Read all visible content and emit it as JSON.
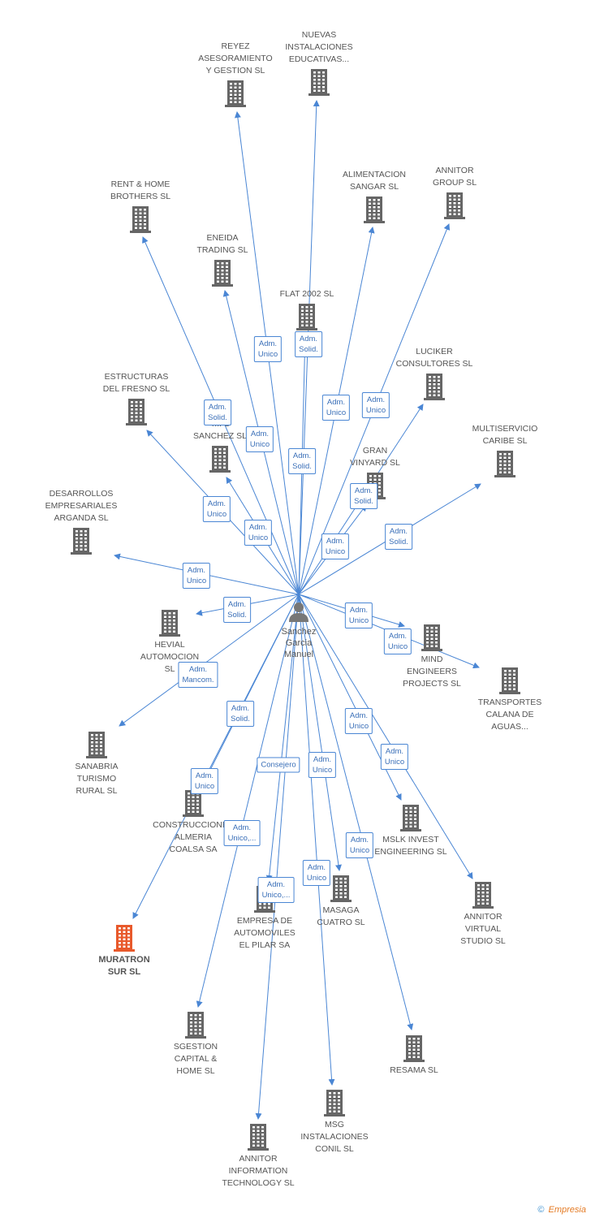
{
  "center": {
    "name": "Sanchez\nGarcia\nManuel",
    "icon": "person-icon"
  },
  "colors": {
    "edge": "#4a86d4",
    "node": "#666666",
    "highlight": "#e8592b",
    "label_border": "#4a86d4"
  },
  "companies": [
    {
      "id": "reyez",
      "label": "REYEZ\nASESORAMIENTO\nY GESTION SL"
    },
    {
      "id": "nuevas",
      "label": "NUEVAS\nINSTALACIONES\nEDUCATIVAS..."
    },
    {
      "id": "renthome",
      "label": "RENT & HOME\nBROTHERS SL"
    },
    {
      "id": "alimentacion",
      "label": "ALIMENTACION\nSANGAR SL"
    },
    {
      "id": "annitorgroup",
      "label": "ANNITOR\nGROUP SL"
    },
    {
      "id": "eneida",
      "label": "ENEIDA\nTRADING SL"
    },
    {
      "id": "flat",
      "label": "FLAT 2002 SL"
    },
    {
      "id": "luciker",
      "label": "LUCIKER\nCONSULTORES SL"
    },
    {
      "id": "estructuras",
      "label": "ESTRUCTURAS\nDEL FRESNO SL"
    },
    {
      "id": "tsanchez",
      "label": "T... S\nSANCHEZ SL"
    },
    {
      "id": "multiservicio",
      "label": "MULTISERVICIO\nCARIBE SL"
    },
    {
      "id": "gran",
      "label": "GRAN\nVINYARD SL"
    },
    {
      "id": "desarrollos",
      "label": "DESARROLLOS\nEMPRESARIALES\nARGANDA SL"
    },
    {
      "id": "hevial",
      "label": "HEVIAL\nAUTOMOCION\nSL"
    },
    {
      "id": "mind",
      "label": "MIND\nENGINEERS\nPROJECTS SL"
    },
    {
      "id": "transportes",
      "label": "TRANSPORTES\nCALANA DE\nAGUAS..."
    },
    {
      "id": "sanabria",
      "label": "SANABRIA\nTURISMO\nRURAL SL"
    },
    {
      "id": "construcciones",
      "label": "CONSTRUCCIONES\nALMERIA\nCOALSA SA"
    },
    {
      "id": "mslk",
      "label": "MSLK INVEST\nENGINEERING SL"
    },
    {
      "id": "annitorvirtual",
      "label": "ANNITOR\nVIRTUAL\nSTUDIO SL"
    },
    {
      "id": "muratron",
      "label": "MURATRON\nSUR SL"
    },
    {
      "id": "empresa",
      "label": "EMPRESA DE\nAUTOMOVILES\nEL PILAR SA"
    },
    {
      "id": "masaga",
      "label": "MASAGA\nCUATRO SL"
    },
    {
      "id": "sgestion",
      "label": "SGESTION\nCAPITAL &\nHOME SL"
    },
    {
      "id": "resama",
      "label": "RESAMA SL"
    },
    {
      "id": "msg",
      "label": "MSG\nINSTALACIONES\nCONIL SL"
    },
    {
      "id": "annitorinfo",
      "label": "ANNITOR\nINFORMATION\nTECHNOLOGY SL"
    }
  ],
  "edges": [
    {
      "to": "reyez",
      "role": "Adm.\nUnico"
    },
    {
      "to": "nuevas",
      "role": "Adm.\nSolid."
    },
    {
      "to": "renthome",
      "role": "Adm.\nSolid."
    },
    {
      "to": "alimentacion",
      "role": "Adm.\nUnico"
    },
    {
      "to": "annitorgroup",
      "role": "Adm.\nUnico"
    },
    {
      "to": "eneida",
      "role": "Adm.\nUnico"
    },
    {
      "to": "flat",
      "role": "Adm.\nSolid."
    },
    {
      "to": "luciker",
      "role": "Adm.\nSolid."
    },
    {
      "to": "estructuras",
      "role": "Adm.\nUnico"
    },
    {
      "to": "tsanchez",
      "role": "Adm.\nUnico"
    },
    {
      "to": "multiservicio",
      "role": "Adm.\nSolid."
    },
    {
      "to": "gran",
      "role": "Adm.\nUnico"
    },
    {
      "to": "desarrollos",
      "role": "Adm.\nUnico"
    },
    {
      "to": "hevial",
      "role": "Adm.\nSolid."
    },
    {
      "to": "mind",
      "role": "Adm.\nUnico"
    },
    {
      "to": "transportes",
      "role": "Adm.\nUnico"
    },
    {
      "to": "sanabria",
      "role": "Adm.\nMancom."
    },
    {
      "to": "construcciones",
      "role": "Adm.\nSolid."
    },
    {
      "to": "mslk",
      "role": "Adm.\nUnico"
    },
    {
      "to": "annitorvirtual",
      "role": "Adm.\nUnico"
    },
    {
      "to": "muratron",
      "role": "Adm.\nUnico"
    },
    {
      "to": "empresa",
      "role": "Consejero"
    },
    {
      "to": "masaga",
      "role": "Adm.\nUnico"
    },
    {
      "to": "sgestion",
      "role": "Adm.\nUnico,..."
    },
    {
      "to": "resama",
      "role": "Adm.\nUnico"
    },
    {
      "to": "msg",
      "role": "Adm.\nUnico"
    },
    {
      "to": "annitorinfo",
      "role": "Adm.\nUnico,..."
    }
  ],
  "footer": {
    "copyright": "©",
    "brand": "Empresia"
  }
}
